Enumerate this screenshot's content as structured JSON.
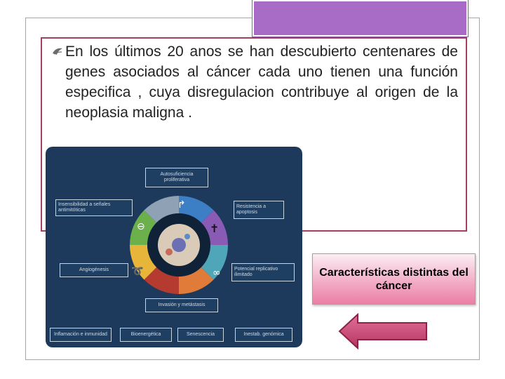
{
  "slide": {
    "bullet_text": "En los últimos 20 anos se han descubierto centenares de genes asociados al cáncer cada uno tienen una función especifica , cuya disregulacion contribuye al origen de la neoplasia maligna .",
    "caption": "Características distintas del cáncer",
    "bullet_icon": "bullet-leaf-icon",
    "back_button_icon": "left-arrow-icon"
  },
  "diagram": {
    "labels": {
      "autosuficiencia": "Autosuficiencia proliferativa",
      "insensibilidad": "Insensibilidad a señales antimitóticas",
      "resistencia": "Resistencia a apoptosis",
      "angiogenesis": "Angiogénesis",
      "potencial": "Potencial replicativo ilimitado",
      "invasion": "Invasión y metástasis",
      "inflamacion": "Inflamación e inmunidad",
      "bioenergetica": "Bioenergética",
      "senescencia": "Senescencia",
      "inestab": "Inestab. genómica"
    }
  },
  "colors": {
    "purple_tab": "#a86bc6",
    "content_border": "#a3405f",
    "diagram_bg": "#1d3a5c",
    "caption_gradient_end": "#ea7fa6",
    "arrow_fill": "#c2446a"
  }
}
